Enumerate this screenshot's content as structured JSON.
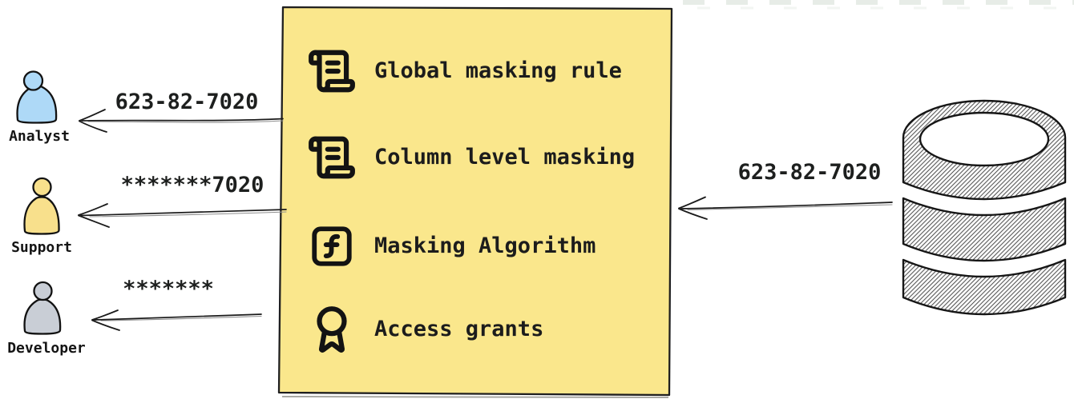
{
  "diagram_title": "data-masking-flow",
  "colors": {
    "background": "#ffffff",
    "ink": "#1d1f1e",
    "box_fill": "#FAE78C",
    "box_border": "#1f1f1f",
    "analyst_fill": "#AED9F7",
    "support_fill": "#F8E08C",
    "developer_fill": "#C9CED6"
  },
  "personas": [
    {
      "icon": "person-icon",
      "label": "Analyst",
      "color": "#AED9F7"
    },
    {
      "icon": "person-icon",
      "label": "Support",
      "color": "#F8E08C"
    },
    {
      "icon": "person-icon",
      "label": "Developer",
      "color": "#C9CED6"
    }
  ],
  "box": {
    "fill_color": "#FAE78C",
    "items": [
      {
        "icon": "scroll-icon",
        "label": "Global masking rule"
      },
      {
        "icon": "scroll-icon",
        "label": "Column level masking"
      },
      {
        "icon": "function-icon",
        "label": "Masking Algorithm"
      },
      {
        "icon": "award-icon",
        "label": "Access grants"
      }
    ]
  },
  "database": {
    "icon": "database-icon",
    "output_value": "623-82-7020"
  },
  "flows": [
    {
      "from": "masking-box",
      "to": "Analyst",
      "label": "623-82-7020"
    },
    {
      "from": "masking-box",
      "to": "Support",
      "label": "*******7020"
    },
    {
      "from": "masking-box",
      "to": "Developer",
      "label": "*******"
    },
    {
      "from": "database",
      "to": "masking-box",
      "label": "623-82-7020"
    }
  ]
}
